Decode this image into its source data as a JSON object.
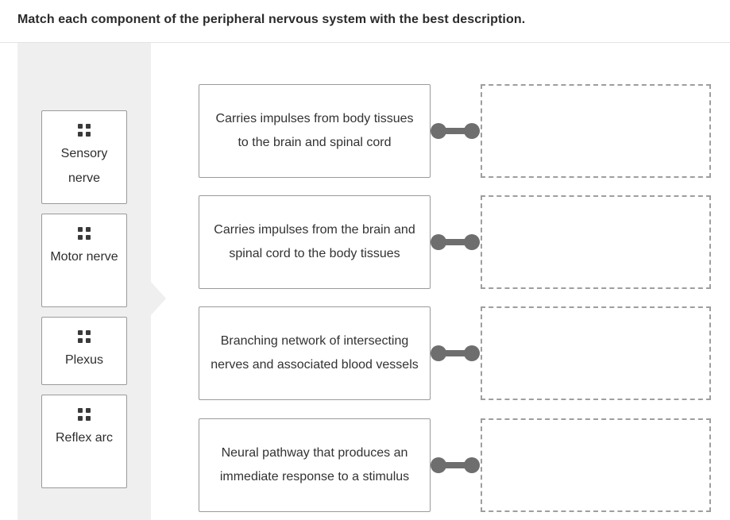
{
  "header": {
    "title": "Match each component of the peripheral nervous system with the best description."
  },
  "sidebar": {
    "drag_handle_icon": "drag-handle-dots-icon",
    "collapse_arrow_icon": "triangle-right-icon",
    "items": [
      {
        "id": "sensory-nerve",
        "label": "Sensory nerve",
        "lines": 2
      },
      {
        "id": "motor-nerve",
        "label": "Motor nerve",
        "lines": 2
      },
      {
        "id": "plexus",
        "label": "Plexus",
        "lines": 1
      },
      {
        "id": "reflex-arc",
        "label": "Reflex arc",
        "lines": 2
      }
    ]
  },
  "main": {
    "rows": [
      {
        "description": "Carries impulses from body tissues to the brain and spinal cord",
        "drop_zone_value": "",
        "connector_icon": "dumbbell-connector-icon"
      },
      {
        "description": "Carries impulses from the brain and spinal cord to the body tissues",
        "drop_zone_value": "",
        "connector_icon": "dumbbell-connector-icon"
      },
      {
        "description": "Branching network of intersecting nerves and associated blood vessels",
        "drop_zone_value": "",
        "connector_icon": "dumbbell-connector-icon"
      },
      {
        "description": "Neural pathway that produces an immediate response to a stimulus",
        "drop_zone_value": "",
        "connector_icon": "dumbbell-connector-icon"
      }
    ]
  },
  "colors": {
    "page_background": "#ffffff",
    "tray_background": "#efefef",
    "card_border": "#9a9a9a",
    "dropzone_border": "#9e9e9e",
    "connector": "#6e6e6e",
    "handle_dot": "#3a3a3a",
    "title_text": "#2b2b2b",
    "body_text": "#323232"
  }
}
